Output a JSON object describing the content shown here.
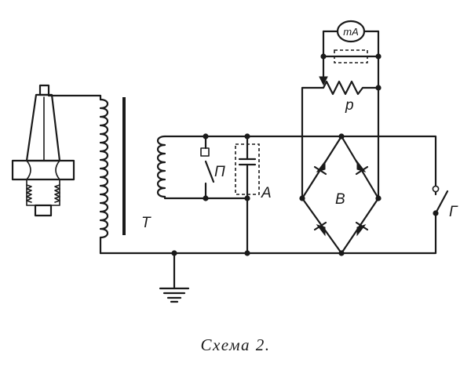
{
  "diagram": {
    "labels": {
      "transformer": "T",
      "interrupter": "П",
      "capacitor": "A",
      "bridge": "B",
      "resistor": "p",
      "meter": "mA",
      "switch": "Г"
    }
  },
  "caption": "Схема 2."
}
